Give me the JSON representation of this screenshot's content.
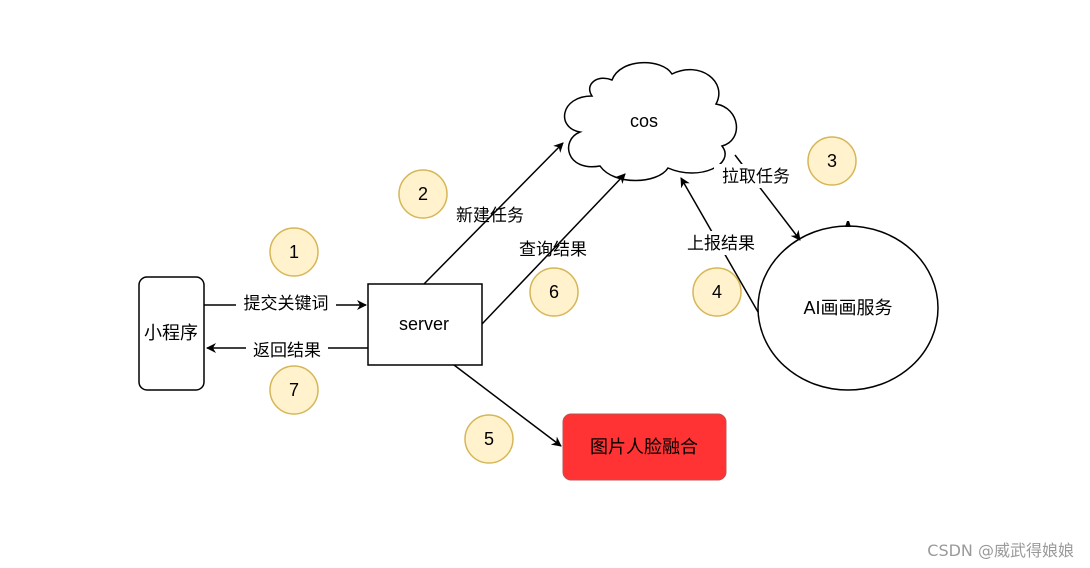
{
  "nodes": {
    "miniprogram": "小程序",
    "server": "server",
    "cos": "cos",
    "ai_service": "AI画画服务",
    "face_fusion": "图片人脸融合"
  },
  "edges": {
    "submit_keyword": "提交关键词",
    "return_result": "返回结果",
    "create_task": "新建任务",
    "query_result": "查询结果",
    "pull_task": "拉取任务",
    "report_result": "上报结果"
  },
  "steps": [
    "1",
    "2",
    "3",
    "4",
    "5",
    "6",
    "7"
  ],
  "colors": {
    "step_fill": "#fff2cc",
    "step_stroke": "#d6b656",
    "face_fusion_fill": "#ff3333"
  },
  "watermark": "CSDN @威武得娘娘"
}
